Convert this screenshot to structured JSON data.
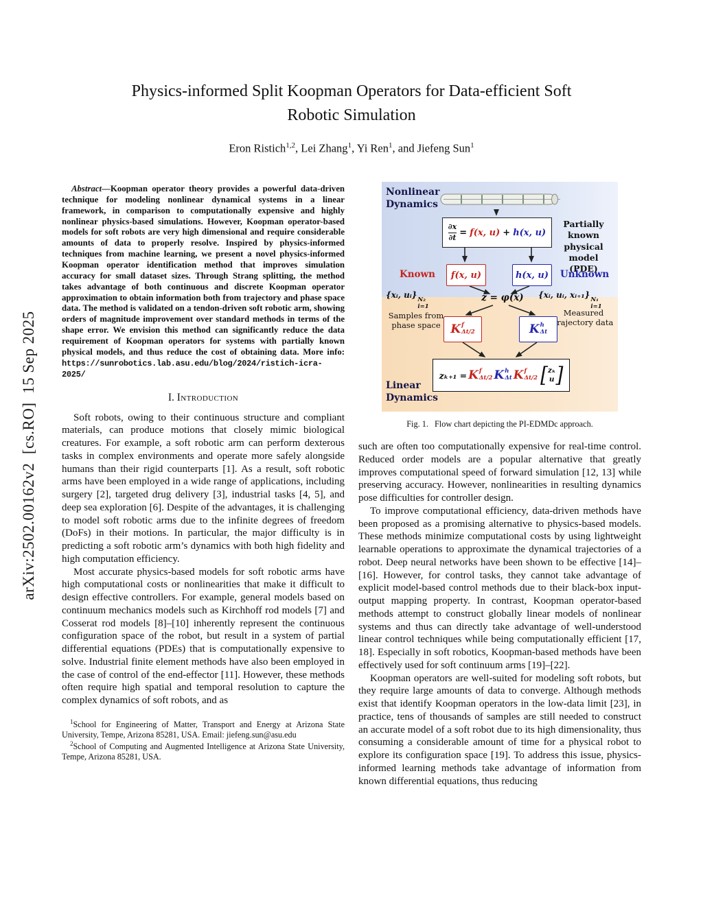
{
  "arxiv_label": "arXiv:2502.00162v2  [cs.RO]  15 Sep 2025",
  "title": "Physics-informed Split Koopman Operators for Data-efficient Soft Robotic Simulation",
  "authors": [
    {
      "name": "Eron Ristich",
      "sup": "1,2"
    },
    {
      "name": ", Lei Zhang",
      "sup": "1"
    },
    {
      "name": ", Yi Ren",
      "sup": "1"
    },
    {
      "name": ", and Jiefeng Sun",
      "sup": "1"
    }
  ],
  "abstract": {
    "label": "Abstract—",
    "body": "Koopman operator theory provides a powerful data-driven technique for modeling nonlinear dynamical systems in a linear framework, in comparison to computationally expensive and highly nonlinear physics-based simulations. However, Koopman operator-based models for soft robots are very high dimensional and require considerable amounts of data to properly resolve. Inspired by physics-informed techniques from machine learning, we present a novel physics-informed Koopman operator identification method that improves simulation accuracy for small dataset sizes. Through Strang splitting, the method takes advantage of both continuous and discrete Koopman operator approximation to obtain information both from trajectory and phase space data. The method is validated on a tendon-driven soft robotic arm, showing orders of magnitude improvement over standard methods in terms of the shape error. We envision this method can significantly reduce the data requirement of Koopman operators for systems with partially known physical models, and thus reduce the cost of obtaining data. More info: ",
    "url": "https://sunrobotics.lab.asu.edu/blog/2024/ristich-icra-2025/"
  },
  "section1": {
    "number": "I.",
    "title": "Introduction",
    "paragraphs": [
      "Soft robots, owing to their continuous structure and compliant materials, can produce motions that closely mimic biological creatures. For example, a soft robotic arm can perform dexterous tasks in complex environments and operate more safely alongside humans than their rigid counterparts [1]. As a result, soft robotic arms have been employed in a wide range of applications, including surgery [2], targeted drug delivery [3], industrial tasks [4, 5], and deep sea exploration [6]. Despite of the advantages, it is challenging to model soft robotic arms due to the infinite degrees of freedom (DoFs) in their motions. In particular, the major difficulty is in predicting a soft robotic arm’s dynamics with both high fidelity and high computation efficiency.",
      "Most accurate physics-based models for soft robotic arms have high computational costs or nonlinearities that make it difficult to design effective controllers. For example, general models based on continuum mechanics models such as Kirchhoff rod models [7] and Cosserat rod models [8]–[10] inherently represent the continuous configuration space of the robot, but result in a system of partial differential equations (PDEs) that is computationally expensive to solve. Industrial finite element methods have also been employed in the case of control of the end-effector [11]. However, these methods often require high spatial and temporal resolution to capture the complex dynamics of soft robots, and as"
    ]
  },
  "footnotes": [
    {
      "sup": "1",
      "text": "School for Engineering of Matter, Transport and Energy at Arizona State University, Tempe, Arizona 85281, USA. Email: jiefeng.sun@asu.edu"
    },
    {
      "sup": "2",
      "text": "School of Computing and Augmented Intelligence at Arizona State University, Tempe, Arizona 85281, USA."
    }
  ],
  "figure": {
    "nonlinear_label": "Nonlinear\nDynamics",
    "linear_label": "Linear\nDynamics",
    "pde": {
      "num": "∂x",
      "den": "∂t",
      "eq": "=",
      "f": "f(x, u)",
      "plus": "+",
      "h": "h(x, u)"
    },
    "pde_label": "Partially known\nphysical model\n(PDE)",
    "known_label": "Known",
    "unknown_label": "Unknown",
    "f_box": "f(x, u)",
    "h_box": "h(x, u)",
    "lift_eq": "z = φ(x)",
    "phase_set": {
      "body": "{xᵢ, uᵢ}",
      "sup": "N₂",
      "sub": "i=1",
      "label": "Samples from\nphase space"
    },
    "traj_set": {
      "body": "{xᵢ, uᵢ, xᵢ₊₁}",
      "sup": "N₁",
      "sub": "i=1",
      "label": "Measured\ntrajectory data"
    },
    "kf": {
      "base": "K",
      "sup": "f",
      "sub": "Δt/2"
    },
    "kh": {
      "base": "K",
      "sup": "h",
      "sub": "Δt"
    },
    "final_eq": {
      "lhs": "zₖ₊₁ =",
      "k1": {
        "base": "K",
        "sup": "f",
        "sub": "Δt/2"
      },
      "k2": {
        "base": "K",
        "sup": "h",
        "sub": "Δt"
      },
      "k3": {
        "base": "K",
        "sup": "f",
        "sub": "Δt/2"
      },
      "vec_top": "zₖ",
      "vec_bottom": "u"
    },
    "caption_label": "Fig. 1.",
    "caption_text": "Flow chart depicting the PI-EDMDc approach."
  },
  "right_column": {
    "paragraphs": [
      "such are often too computationally expensive for real-time control. Reduced order models are a popular alternative that greatly improves computational speed of forward simulation [12, 13] while preserving accuracy. However, nonlinearities in resulting dynamics pose difficulties for controller design.",
      "To improve computational efficiency, data-driven methods have been proposed as a promising alternative to physics-based models. These methods minimize computational costs by using lightweight learnable operations to approximate the dynamical trajectories of a robot. Deep neural networks have been shown to be effective [14]–[16]. However, for control tasks, they cannot take advantage of explicit model-based control methods due to their black-box input-output mapping property. In contrast, Koopman operator-based methods attempt to construct globally linear models of nonlinear systems and thus can directly take advantage of well-understood linear control techniques while being computationally efficient [17, 18]. Especially in soft robotics, Koopman-based methods have been effectively used for soft continuum arms [19]–[22].",
      "Koopman operators are well-suited for modeling soft robots, but they require large amounts of data to converge. Although methods exist that identify Koopman operators in the low-data limit [23], in practice, tens of thousands of samples are still needed to construct an accurate model of a soft robot due to its high dimensionality, thus consuming a considerable amount of time for a physical robot to explore its configuration space [19]. To address this issue, physics-informed learning methods take advantage of information from known differential equations, thus reducing"
    ]
  },
  "colors": {
    "red": "#c3241c",
    "blue": "#2526a9",
    "navy": "#15154a",
    "fig-blue": "#d6e0f3",
    "fig-orange": "#fae3c6"
  }
}
